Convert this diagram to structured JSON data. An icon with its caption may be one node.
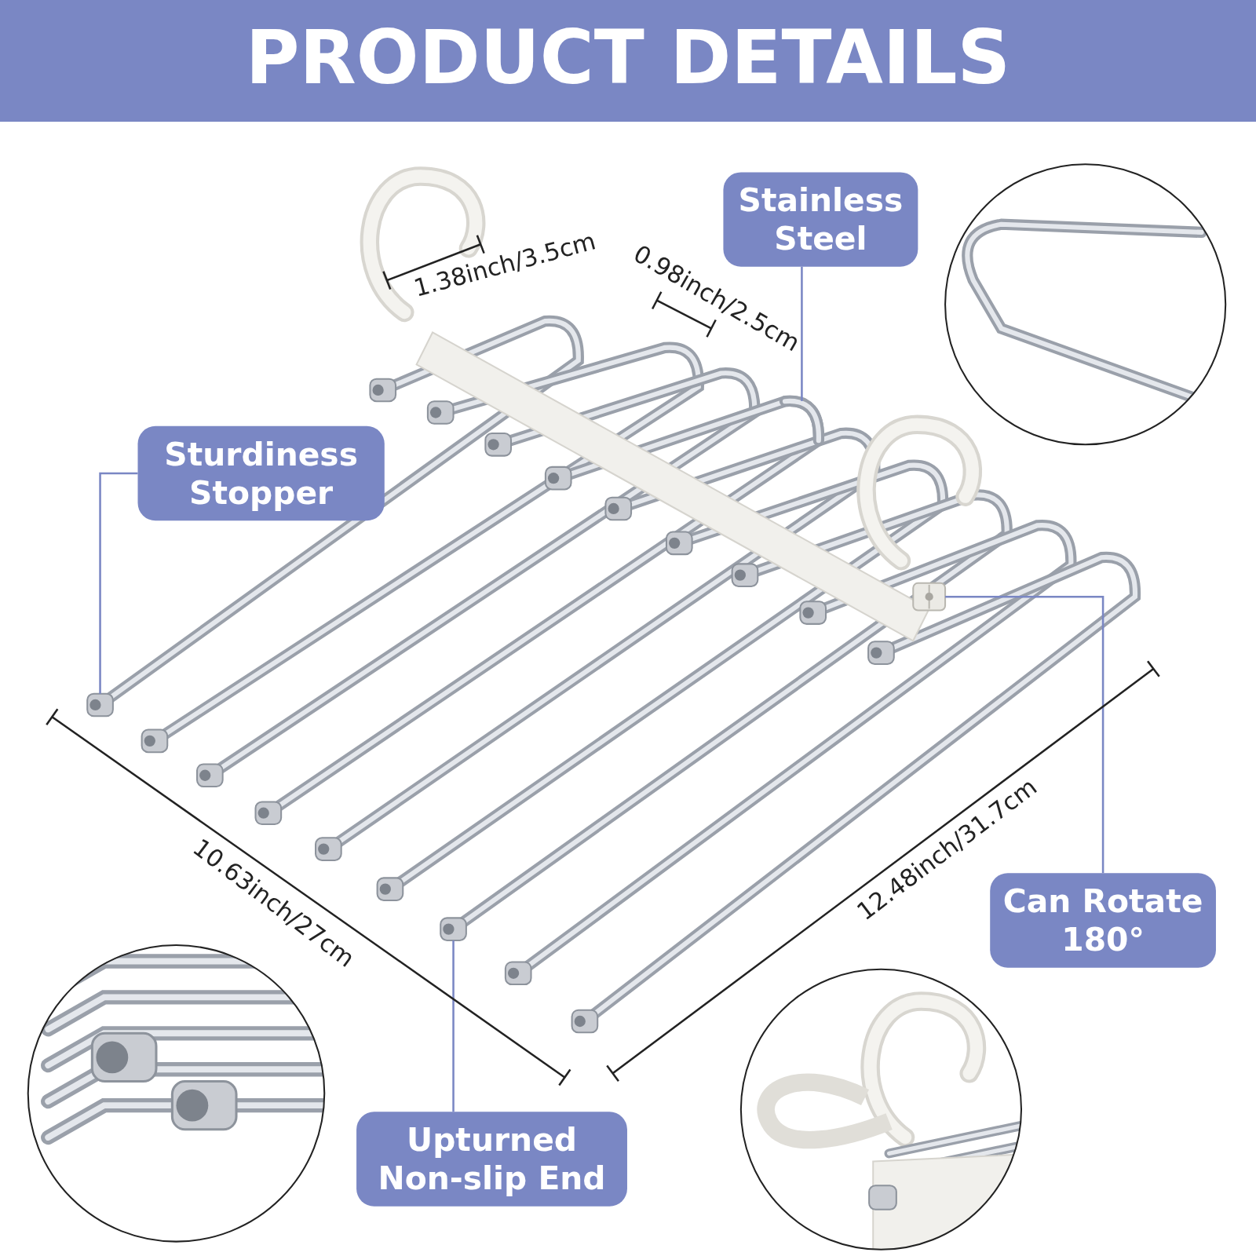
{
  "diagram": {
    "title": "PRODUCT DETAILS",
    "nodes": [
      {
        "text": [
          "Stainless Steel"
        ]
      },
      {
        "text": [],
        "shape": "picture"
      },
      {
        "text": [
          "Sturdiness Stopper"
        ]
      },
      {
        "text": [],
        "shape": "picture"
      },
      {
        "text": [
          "Can Rotate 180°"
        ]
      },
      {
        "text": [],
        "shape": "picture"
      },
      {
        "text": [
          "Upturned Non-slip End"
        ]
      },
      {
        "text": [],
        "shape": "picture"
      }
    ],
    "edges": [
      {
        "from": 0,
        "to": 1,
        "arrow": "none"
      },
      {
        "from": 2,
        "to": 3,
        "arrow": "none"
      },
      {
        "from": 4,
        "to": 5,
        "arrow": "none"
      },
      {
        "from": 6,
        "to": 7,
        "arrow": "none"
      }
    ],
    "labels": [
      "1.38inch/3.5cm",
      "0.98inch/2.5cm",
      "10.63inch/27cm",
      "12.48inch/31.7cm"
    ]
  }
}
